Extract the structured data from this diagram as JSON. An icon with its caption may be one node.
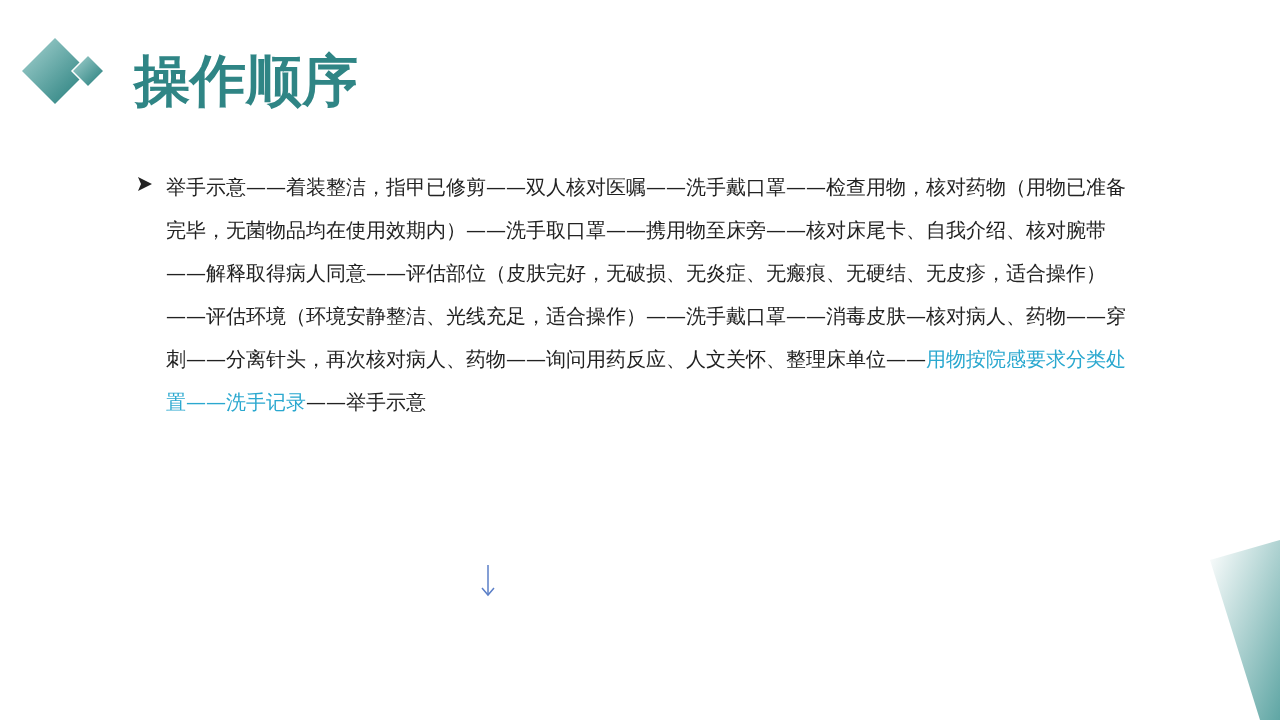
{
  "diagram": {
    "title": "操作顺序",
    "labels": [
      "举手示意——着装整洁，指甲已修剪——双人核对医嘱——洗手戴口罩——检查用物，核对药物（用物已准备完毕，无菌物品均在使用效期内）——洗手取口罩——携用物至床旁——核对床尾卡、自我介绍、核对腕带——解释取得病人同意——评估部位（皮肤完好，无破损、无炎症、无瘢痕、无硬结、无皮疹，适合操作）——评估环境（环境安静整洁、光线充足，适合操作）——洗手戴口罩——消毒皮肤—核对病人、药物——穿刺——分离针头，再次核对病人、药物——询问用药反应、人文关怀、整理床单位——",
      "用物按院感要求分类处置——洗手记录",
      "——举手示意"
    ]
  }
}
